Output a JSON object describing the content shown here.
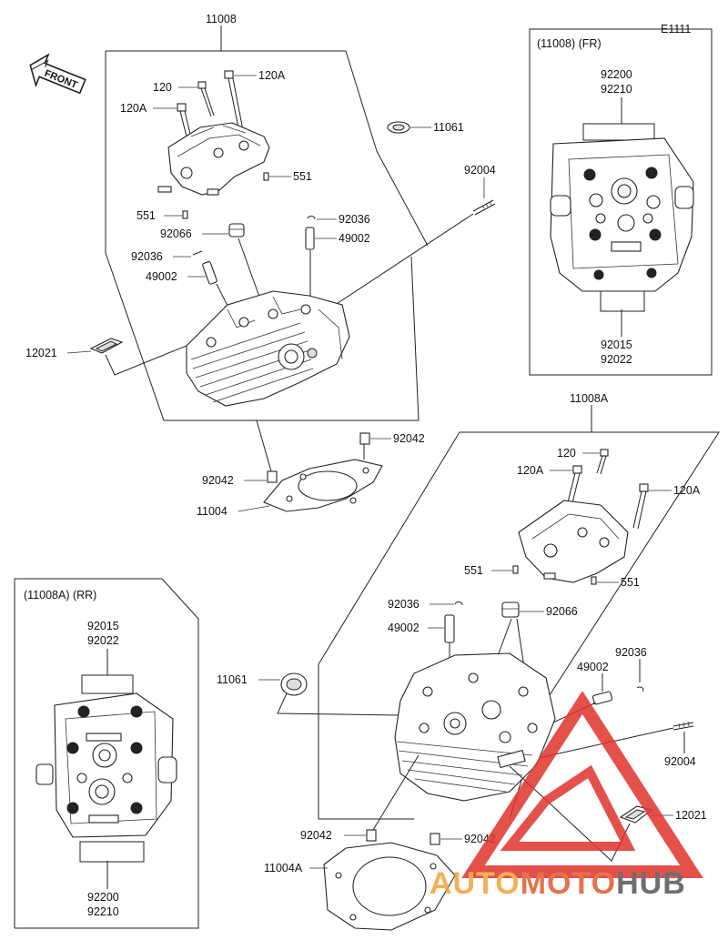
{
  "diagram_code": "E1111",
  "front_label": "FRONT",
  "brand": {
    "part1": "AUTO",
    "part2": "MOTO",
    "part3": "HUB",
    "color1": "#f2a33a",
    "color2": "#e05a2b",
    "color3": "#555555",
    "triangle_color": "#e0322b"
  },
  "labels": {
    "a_11008": "11008",
    "a_120A_top": "120A",
    "a_120": "120",
    "a_120A_left": "120A",
    "a_11061": "11061",
    "a_551_right": "551",
    "a_551_left": "551",
    "a_92004": "92004",
    "a_92066": "92066",
    "a_92036_upper": "92036",
    "a_49002_upper": "49002",
    "a_92036_left": "92036",
    "a_49002_left": "49002",
    "a_12021": "12021",
    "a_92042_right": "92042",
    "a_92042_left": "92042",
    "a_11004": "11004",
    "b_11008A": "11008A",
    "b_120": "120",
    "b_120A_left": "120A",
    "b_120A_right": "120A",
    "b_551_left": "551",
    "b_551_right": "551",
    "b_92036_top": "92036",
    "b_92066": "92066",
    "b_49002_top": "49002",
    "b_11061": "11061",
    "b_92036_right": "92036",
    "b_49002_right": "49002",
    "b_92004": "92004",
    "b_12021": "12021",
    "b_92042_left": "92042",
    "b_92042_right": "92042",
    "b_11004A": "11004A"
  },
  "inset_fr": {
    "title": "(11008)   (FR)",
    "top_1": "92200",
    "top_2": "92210",
    "bottom_1": "92015",
    "bottom_2": "92022"
  },
  "inset_rr": {
    "title": "(11008A)   (RR)",
    "top_1": "92015",
    "top_2": "92022",
    "bottom_1": "92200",
    "bottom_2": "92210"
  }
}
